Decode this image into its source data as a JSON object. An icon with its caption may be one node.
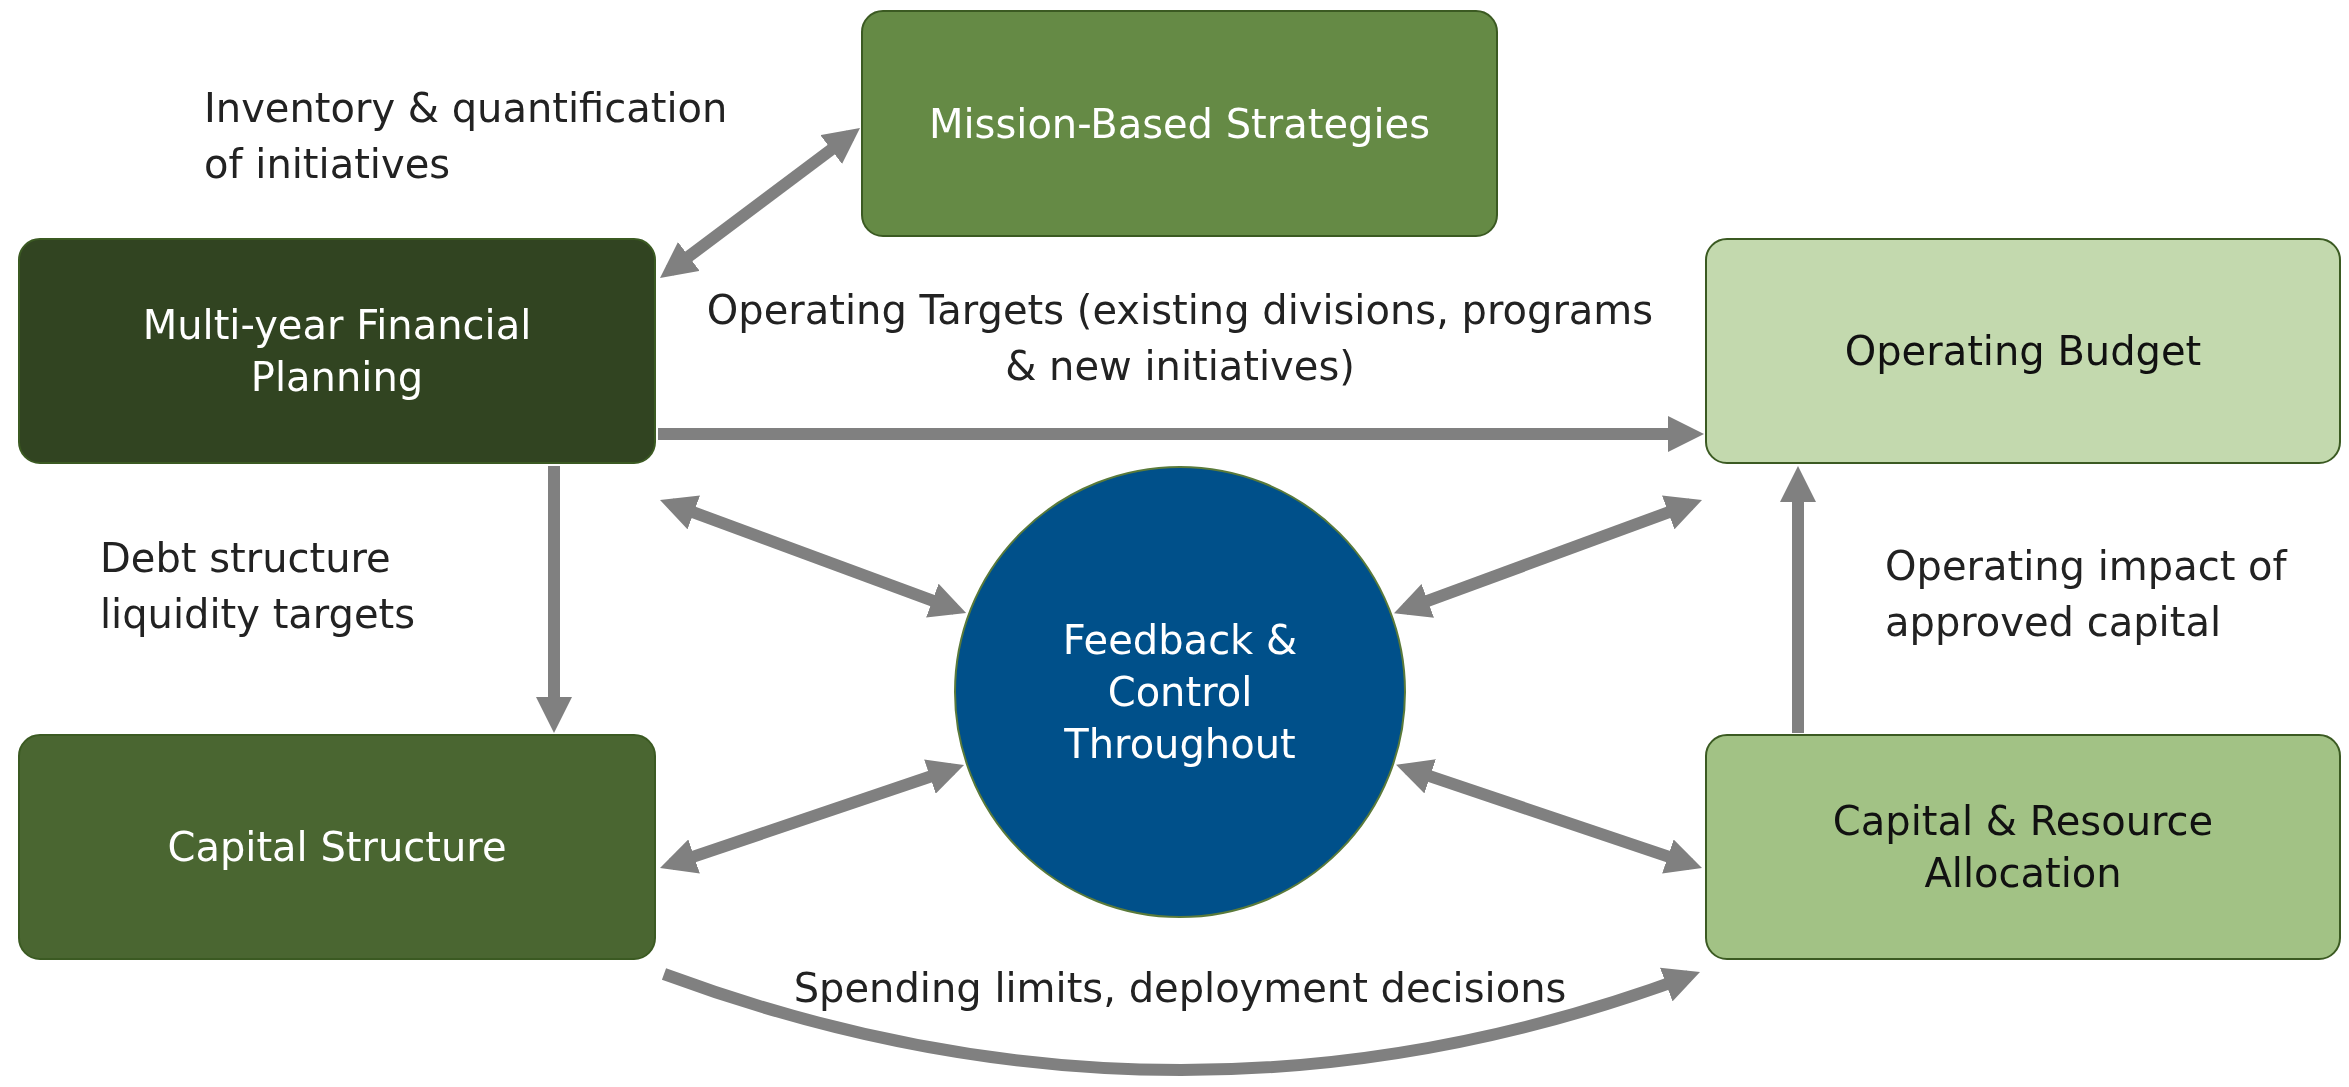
{
  "diagram": {
    "nodes": [
      {
        "text": [
          "Mission-Based Strategies"
        ]
      },
      {
        "text": [
          "Multi-year Financial Planning"
        ]
      },
      {
        "text": [
          "Operating Budget"
        ]
      },
      {
        "text": [
          "Feedback & Control Throughout"
        ]
      },
      {
        "text": [
          "Capital Structure"
        ]
      },
      {
        "text": [
          "Capital & Resource Allocation"
        ]
      }
    ],
    "edges": [
      {
        "from": 1,
        "to": 0,
        "arrow": "both",
        "label": "Inventory & quantification of initiatives"
      },
      {
        "from": 1,
        "to": 2,
        "arrow": "to",
        "label": "Operating Targets (existing divisions, programs & new initiatives)"
      },
      {
        "from": 1,
        "to": 4,
        "arrow": "to",
        "label": "Debt structure liquidity targets"
      },
      {
        "from": 5,
        "to": 2,
        "arrow": "to",
        "label": "Operating impact of approved capital"
      },
      {
        "from": 3,
        "to": 1,
        "arrow": "both"
      },
      {
        "from": 3,
        "to": 2,
        "arrow": "both"
      },
      {
        "from": 3,
        "to": 4,
        "arrow": "both"
      },
      {
        "from": 3,
        "to": 5,
        "arrow": "both"
      },
      {
        "from": 4,
        "to": 5,
        "arrow": "to",
        "label": "Spending limits, deployment decisions"
      }
    ]
  }
}
